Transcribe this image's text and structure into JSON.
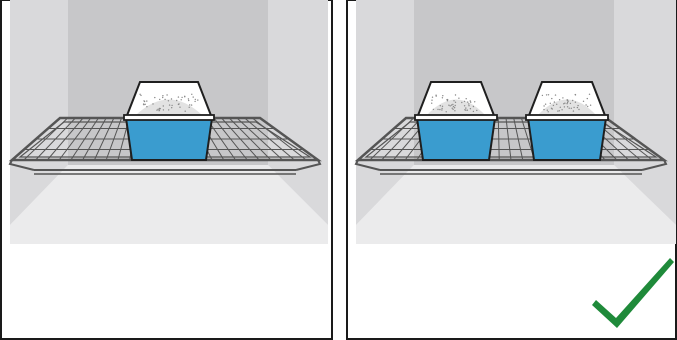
{
  "panels": [
    {
      "id": "left",
      "pans_on_rack": 1,
      "checkmark_shown": false,
      "illustration": "oven-interior-rack-one-loaf-pan"
    },
    {
      "id": "right",
      "pans_on_rack": 2,
      "checkmark_shown": true,
      "illustration": "oven-interior-rack-two-loaf-pans"
    }
  ],
  "icons": {
    "approval_mark": "checkmark-icon"
  },
  "colors": {
    "frame": "#1a1a1a",
    "oven_back_wall": "#c7c7c9",
    "oven_side_wall": "#d9d9db",
    "oven_floor": "#ebebec",
    "pan_fill": "#3a9ccf",
    "pan_outline": "#1f1f1f",
    "dough": "#e2e2e2",
    "rack_wire": "#555555",
    "checkmark": "#1f8a3a"
  }
}
